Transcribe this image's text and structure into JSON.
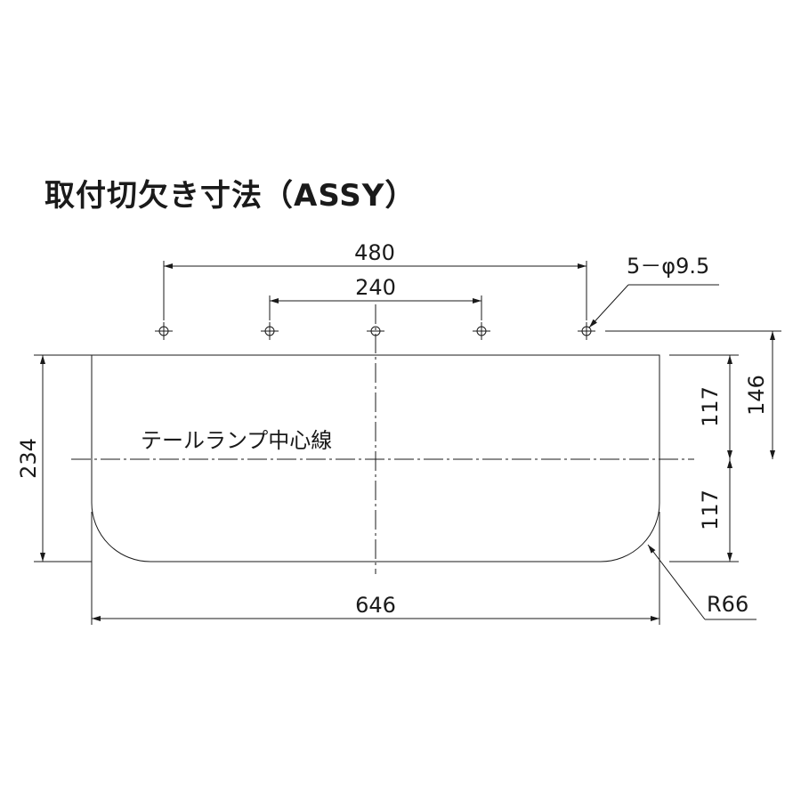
{
  "title": "取付切欠き寸法（ASSY）",
  "dimensions": {
    "hole_span_outer": "480",
    "hole_span_inner": "240",
    "holes": "5－φ9.5",
    "height_total": "234",
    "half_upper": "117",
    "half_lower": "117",
    "hole_offset": "146",
    "width_total": "646",
    "corner_radius": "R66"
  },
  "labels": {
    "centerline": "テールランプ中心線"
  },
  "colors": {
    "panel_fill": "#a8dff8",
    "line": "#1a1a1a"
  }
}
